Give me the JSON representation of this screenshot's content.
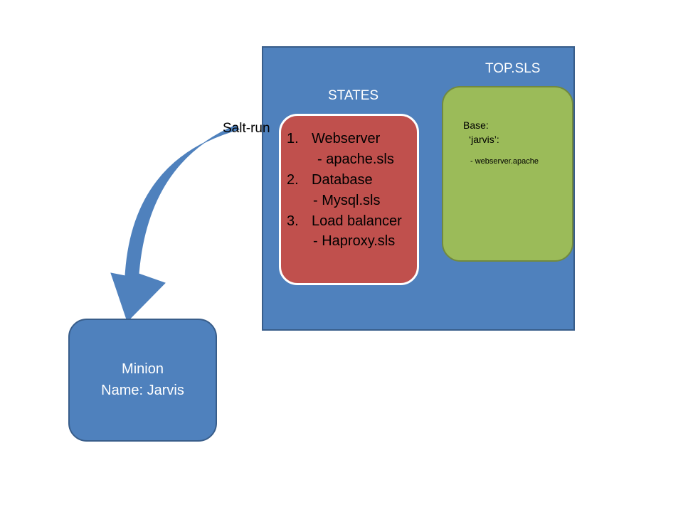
{
  "colors": {
    "master_fill": "#4f81bd",
    "states_fill": "#c0504d",
    "top_fill": "#9bbb59",
    "minion_fill": "#4f81bd",
    "arrow_fill": "#4f81bd"
  },
  "master": {
    "top_sls_title": "TOP.SLS",
    "states_title": "STATES"
  },
  "states": {
    "items": [
      {
        "number": "1.",
        "name": "Webserver",
        "file": "- apache.sls"
      },
      {
        "number": "2.",
        "name": "Database",
        "file": "- Mysql.sls"
      },
      {
        "number": "3.",
        "name": "Load balancer",
        "file": "- Haproxy.sls"
      }
    ]
  },
  "top_sls": {
    "line1": "Base:",
    "line2": "‘jarvis’:",
    "line3": "- webserver.apache"
  },
  "minion": {
    "line1": "Minion",
    "line2": "Name: Jarvis"
  },
  "arrow": {
    "label": "Salt-run"
  }
}
